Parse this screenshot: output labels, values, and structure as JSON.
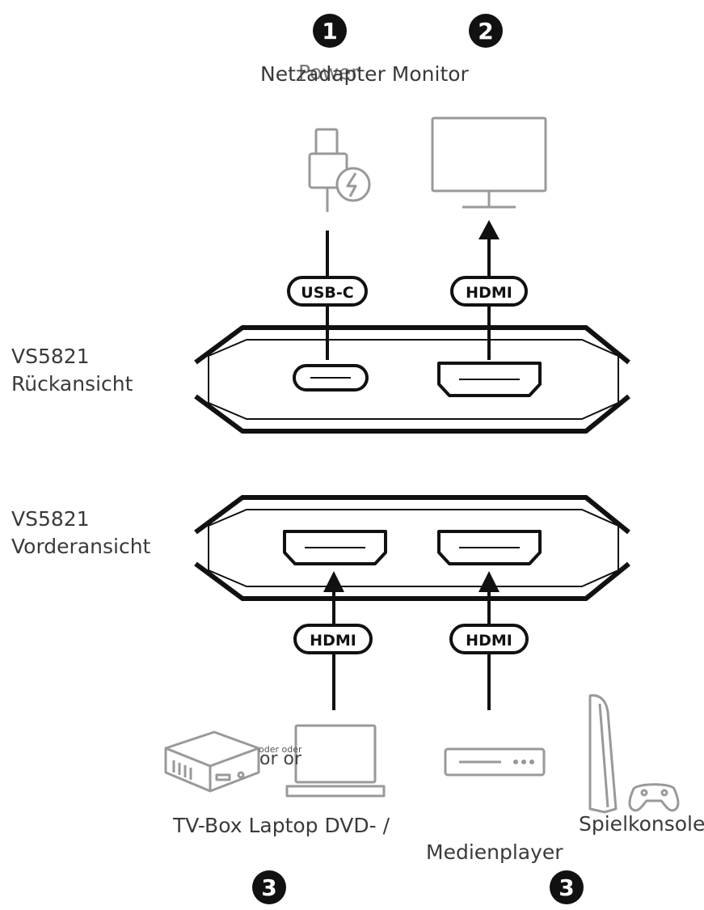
{
  "steps": {
    "step1": "1",
    "step2": "2",
    "step3_left": "3",
    "step3_right": "3"
  },
  "top_labels": {
    "overlay_behind": "Power",
    "line": "Netzadapter Monitor"
  },
  "ports": {
    "rear_usbc": "USB-C",
    "rear_hdmi": "HDMI",
    "front_hdmi_left": "HDMI",
    "front_hdmi_right": "HDMI"
  },
  "views": {
    "rear_model": "VS5821",
    "rear_name": "Rückansicht",
    "front_model": "VS5821",
    "front_name": "Vorderansicht"
  },
  "separators": {
    "oder_small": "oder oder",
    "or_large": "or or"
  },
  "bottom_labels": {
    "line": "TV-Box Laptop DVD- /",
    "game_console": "Spielkonsole",
    "media_player": "Medienplayer"
  },
  "colors": {
    "ink": "#111111",
    "device_gray": "#999999",
    "text_gray": "#3a3a3a"
  }
}
